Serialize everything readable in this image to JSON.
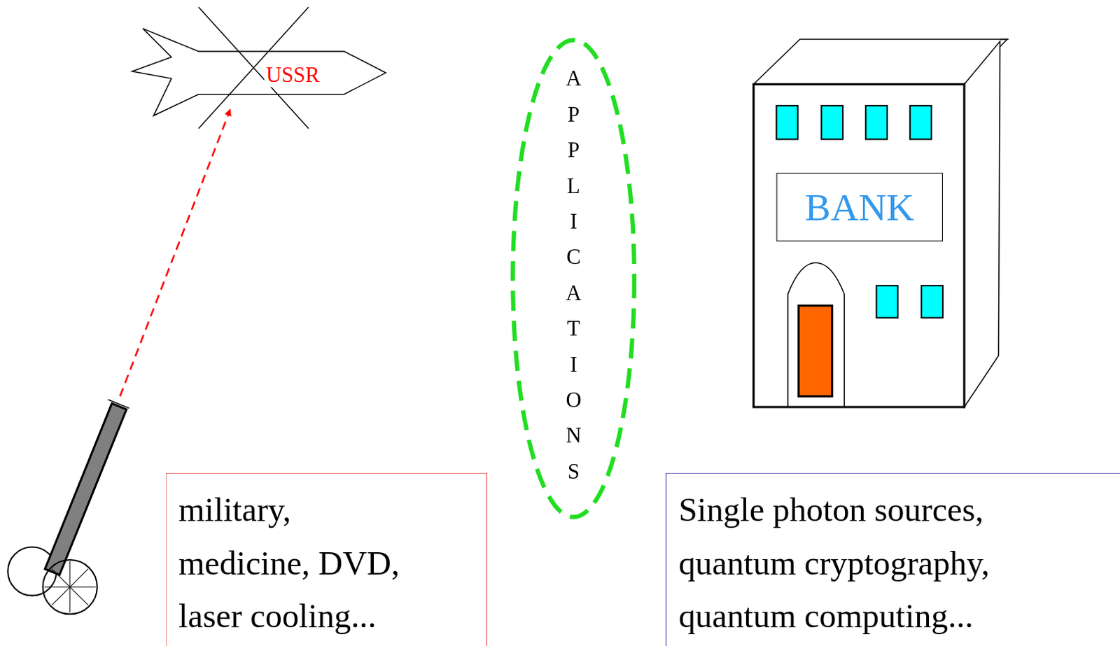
{
  "diagram": {
    "nodes": [
      {
        "text": [
          "USSR"
        ]
      },
      {
        "text": [
          "APPLICATIONS"
        ]
      },
      {
        "text": [
          "BANK"
        ]
      },
      {
        "text": [
          "military, medicine, DVD, laser cooling..."
        ]
      },
      {
        "text": [
          "Single photon sources, quantum cryptography, quantum computing..."
        ]
      }
    ]
  }
}
